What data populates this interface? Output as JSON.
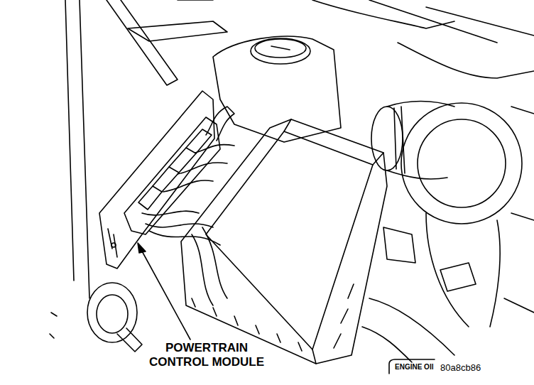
{
  "diagram": {
    "labels": [
      "POWERTRAIN CONTROL MODULE",
      "ENGINE OIl",
      "80a8cb86"
    ]
  }
}
